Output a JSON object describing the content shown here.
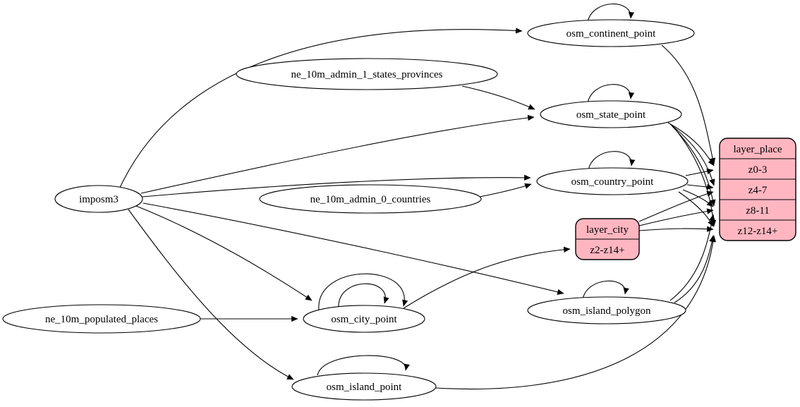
{
  "diagram": {
    "kind": "etl-graph",
    "background_color": "#ffffff",
    "node_fill_color": "#ffffff",
    "record_fill_color": "#ffb6c1",
    "stroke_color": "#000000",
    "nodes": {
      "imposm3": {
        "label": "imposm3",
        "shape": "ellipse"
      },
      "ne_states": {
        "label": "ne_10m_admin_1_states_provinces",
        "shape": "ellipse"
      },
      "ne_countries": {
        "label": "ne_10m_admin_0_countries",
        "shape": "ellipse"
      },
      "ne_places": {
        "label": "ne_10m_populated_places",
        "shape": "ellipse"
      },
      "continent": {
        "label": "osm_continent_point",
        "shape": "ellipse"
      },
      "state": {
        "label": "osm_state_point",
        "shape": "ellipse"
      },
      "country": {
        "label": "osm_country_point",
        "shape": "ellipse"
      },
      "city": {
        "label": "osm_city_point",
        "shape": "ellipse"
      },
      "island_polygon": {
        "label": "osm_island_polygon",
        "shape": "ellipse"
      },
      "island_point": {
        "label": "osm_island_point",
        "shape": "ellipse"
      },
      "layer_city": {
        "title": "layer_city",
        "rows": [
          "z2-z14+"
        ],
        "shape": "record"
      },
      "layer_place": {
        "title": "layer_place",
        "rows": [
          "z0-3",
          "z4-7",
          "z8-11",
          "z12-z14+"
        ],
        "shape": "record"
      }
    },
    "edges": [
      {
        "from": "imposm3",
        "to": "osm_continent_point"
      },
      {
        "from": "imposm3",
        "to": "osm_state_point"
      },
      {
        "from": "imposm3",
        "to": "osm_country_point"
      },
      {
        "from": "imposm3",
        "to": "osm_city_point"
      },
      {
        "from": "imposm3",
        "to": "osm_island_polygon"
      },
      {
        "from": "imposm3",
        "to": "osm_island_point"
      },
      {
        "from": "ne_10m_admin_1_states_provinces",
        "to": "osm_state_point"
      },
      {
        "from": "ne_10m_admin_0_countries",
        "to": "osm_country_point"
      },
      {
        "from": "ne_10m_populated_places",
        "to": "osm_city_point"
      },
      {
        "from": "osm_continent_point",
        "to": "osm_continent_point"
      },
      {
        "from": "osm_state_point",
        "to": "osm_state_point"
      },
      {
        "from": "osm_country_point",
        "to": "osm_country_point"
      },
      {
        "from": "osm_city_point",
        "to": "osm_city_point"
      },
      {
        "from": "osm_city_point",
        "to": "osm_city_point"
      },
      {
        "from": "osm_island_polygon",
        "to": "osm_island_polygon"
      },
      {
        "from": "osm_island_point",
        "to": "osm_island_point"
      },
      {
        "from": "osm_city_point",
        "to": "layer_city:z2-z14+"
      },
      {
        "from": "osm_continent_point",
        "to": "layer_place:z0-3"
      },
      {
        "from": "osm_state_point",
        "to": "layer_place:z0-3"
      },
      {
        "from": "osm_state_point",
        "to": "layer_place:z4-7"
      },
      {
        "from": "osm_state_point",
        "to": "layer_place:z8-11"
      },
      {
        "from": "osm_state_point",
        "to": "layer_place:z12-z14+"
      },
      {
        "from": "osm_country_point",
        "to": "layer_place:z0-3"
      },
      {
        "from": "osm_country_point",
        "to": "layer_place:z4-7"
      },
      {
        "from": "osm_country_point",
        "to": "layer_place:z8-11"
      },
      {
        "from": "osm_country_point",
        "to": "layer_place:z12-z14+"
      },
      {
        "from": "layer_city",
        "to": "layer_place:z4-7"
      },
      {
        "from": "layer_city",
        "to": "layer_place:z8-11"
      },
      {
        "from": "layer_city",
        "to": "layer_place:z12-z14+"
      },
      {
        "from": "osm_island_polygon",
        "to": "layer_place:z8-11"
      },
      {
        "from": "osm_island_polygon",
        "to": "layer_place:z12-z14+"
      },
      {
        "from": "osm_island_point",
        "to": "layer_place:z12-z14+"
      }
    ]
  }
}
